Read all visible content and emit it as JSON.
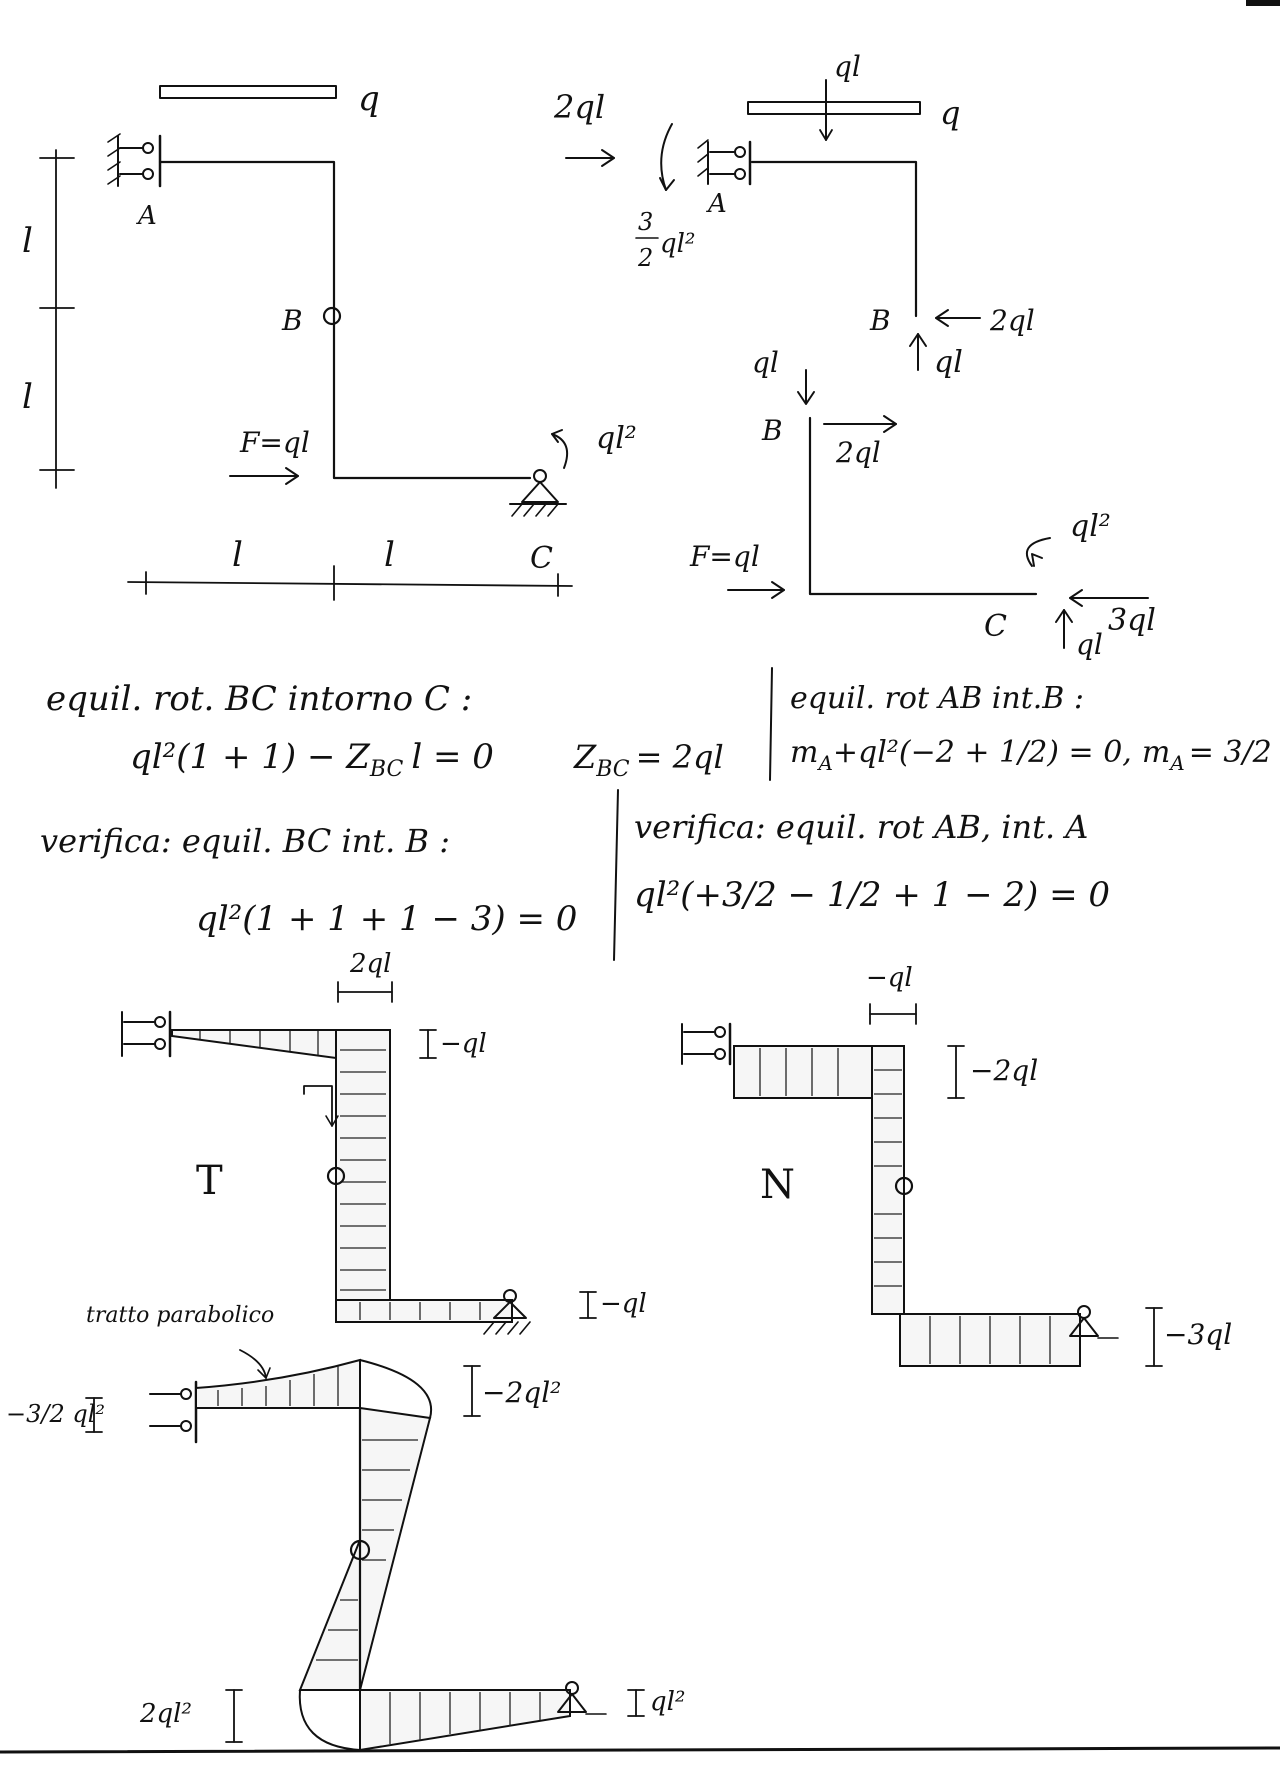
{
  "diagram": {
    "labels": {
      "q_top_left": "q",
      "A_left": "A",
      "B_left": "B",
      "C_left": "C",
      "dim_l_1": "l",
      "dim_l_2": "l",
      "dim_l_3": "l",
      "dim_l_4": "l",
      "F_left": "F=ql",
      "moment_C": "ql²",
      "force_2ql_top": "2ql",
      "moment_A_num": "3",
      "moment_A_den": "2",
      "moment_A_tail": "ql²",
      "ql_top": "ql",
      "q_top_right": "q",
      "A_right": "A",
      "B_upper": "B",
      "B_upper_h": "2ql",
      "B_upper_v": "ql",
      "B_lower_v": "ql",
      "B_lower": "B",
      "B_lower_h": "2ql",
      "F_right": "F=ql",
      "C_moment": "ql²",
      "C_right": "C",
      "C_v": "ql",
      "C_h": "3ql"
    },
    "equations": {
      "eq1_title": "equil. rot. BC intorno C :",
      "eq1_body": "ql²(1 + 1) − Z",
      "eq1_sub": "BC",
      "eq1_tail": "l = 0",
      "eq1_result": "Z",
      "eq1_result_sub": "BC",
      "eq1_result_tail": "= 2ql",
      "eq2_title": "equil. rot AB int.B :",
      "eq2_body": "m",
      "eq2_sub": "A",
      "eq2_mid": "+ql²(−2 + 1/2) = 0,",
      "eq2_res": "m",
      "eq2_res_sub": "A",
      "eq2_res_tail": "= 3/2",
      "eq3_title": "verifica: equil. BC int. B :",
      "eq3_body": "ql²(1 + 1 + 1 − 3) = 0",
      "eq4_title": "verifica: equil. rot AB, int. A",
      "eq4_body": "ql²(+3/2 − 1/2 + 1 − 2) = 0"
    },
    "diagrams": {
      "T_title": "T",
      "T_label_2ql": "2ql",
      "T_label_top": "−ql",
      "T_label_bottom": "−ql",
      "N_title": "N",
      "N_label_ql": "−ql",
      "N_label_top": "−2ql",
      "N_label_bottom": "−3ql",
      "M_note": "tratto parabolico",
      "M_label_left": "−3/2 ql²",
      "M_label_top": "−2ql²",
      "M_label_bl": "2ql²",
      "M_label_br": "ql²"
    }
  }
}
